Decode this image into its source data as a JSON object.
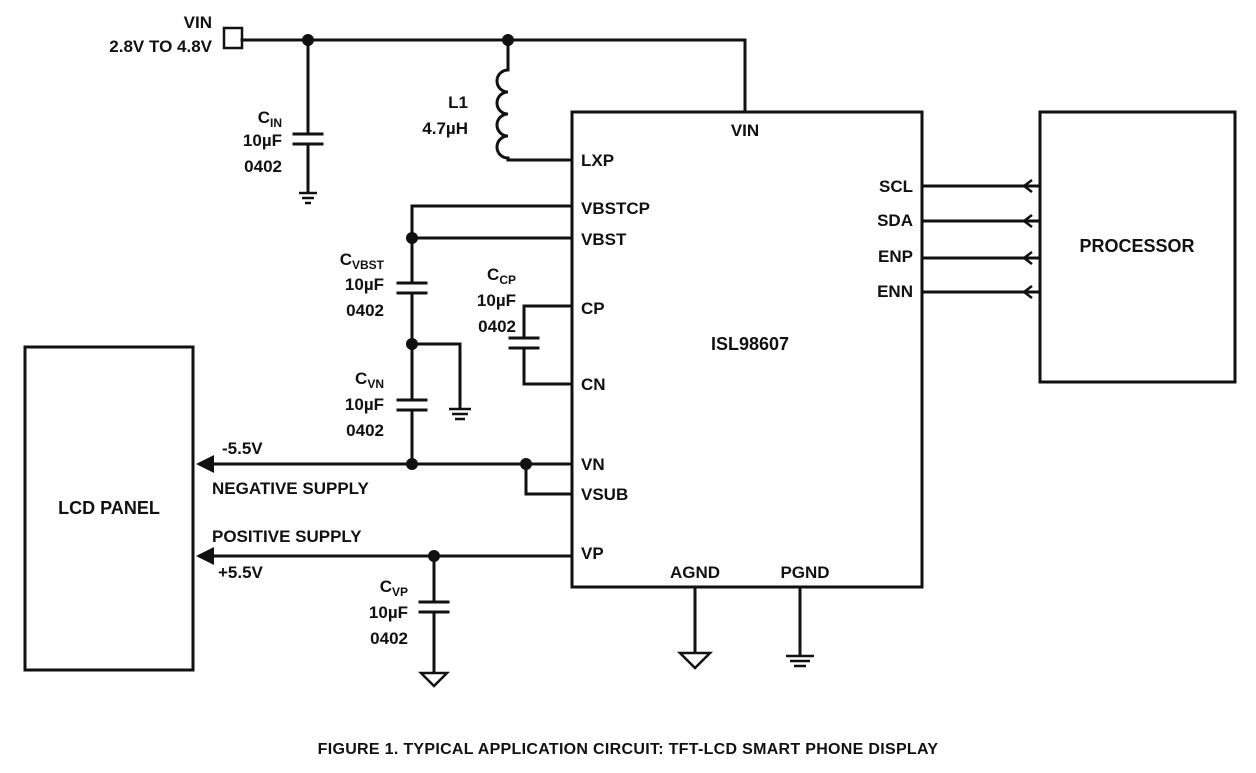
{
  "vin": {
    "label": "VIN",
    "range": "2.8V TO 4.8V"
  },
  "cin": {
    "name": "C",
    "sub": "IN",
    "value": "10µF",
    "package": "0402"
  },
  "l1": {
    "name": "L1",
    "value": "4.7µH"
  },
  "cvbst": {
    "name": "C",
    "sub": "VBST",
    "value": "10µF",
    "package": "0402"
  },
  "ccp": {
    "name": "C",
    "sub": "CP",
    "value": "10µF",
    "package": "0402"
  },
  "cvn": {
    "name": "C",
    "sub": "VN",
    "value": "10µF",
    "package": "0402"
  },
  "cvp": {
    "name": "C",
    "sub": "VP",
    "value": "10µF",
    "package": "0402"
  },
  "ic": {
    "name": "ISL98607",
    "pins": {
      "vin": "VIN",
      "lxp": "LXP",
      "vbstcp": "VBSTCP",
      "vbst": "VBST",
      "cp": "CP",
      "cn": "CN",
      "vn": "VN",
      "vsub": "VSUB",
      "vp": "VP",
      "agnd": "AGND",
      "pgnd": "PGND",
      "scl": "SCL",
      "sda": "SDA",
      "enp": "ENP",
      "enn": "ENN"
    }
  },
  "processor": {
    "label": "PROCESSOR"
  },
  "lcd": {
    "label": "LCD PANEL"
  },
  "rails": {
    "neg_voltage": "-5.5V",
    "neg_label": "NEGATIVE SUPPLY",
    "pos_label": "POSITIVE SUPPLY",
    "pos_voltage": "+5.5V"
  },
  "caption": "FIGURE 1.  TYPICAL APPLICATION CIRCUIT: TFT-LCD SMART PHONE DISPLAY"
}
